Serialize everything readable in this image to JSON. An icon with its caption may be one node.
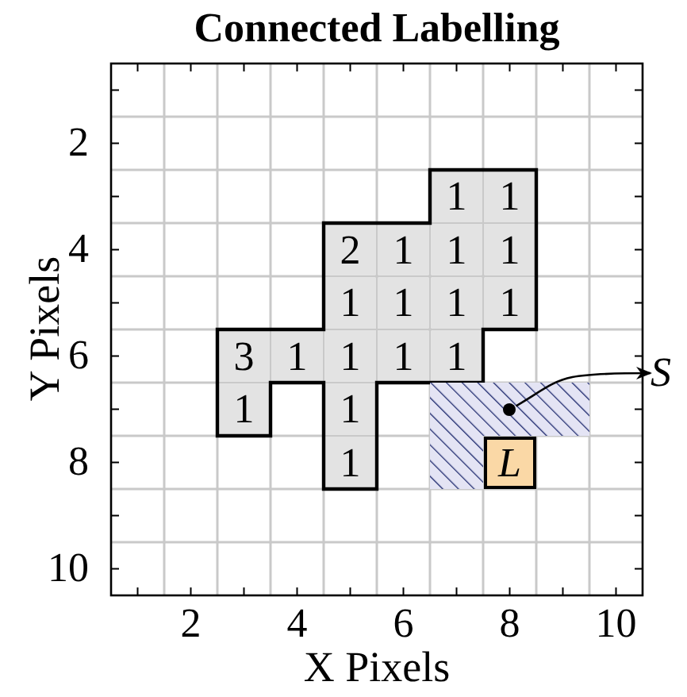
{
  "diagram": {
    "title": "Connected Labelling",
    "nodes": [
      {
        "text": [],
        "shape": "box"
      },
      {
        "text": [],
        "shape": "circle",
        "in": 0
      },
      {
        "text": [
          "L"
        ]
      },
      {
        "text": [
          "S"
        ]
      }
    ],
    "edges": [
      {
        "from": 1,
        "to": 3,
        "arrow": "to"
      }
    ],
    "labels": [
      "2",
      "1",
      "1",
      "4",
      "2",
      "1",
      "1",
      "1",
      "1",
      "1",
      "1",
      "1",
      "6",
      "3",
      "1",
      "1",
      "1",
      "1",
      "1",
      "1",
      "8",
      "1",
      "10",
      "2",
      "4",
      "6",
      "8",
      "10",
      "Y Pixels",
      "X Pixels"
    ]
  }
}
